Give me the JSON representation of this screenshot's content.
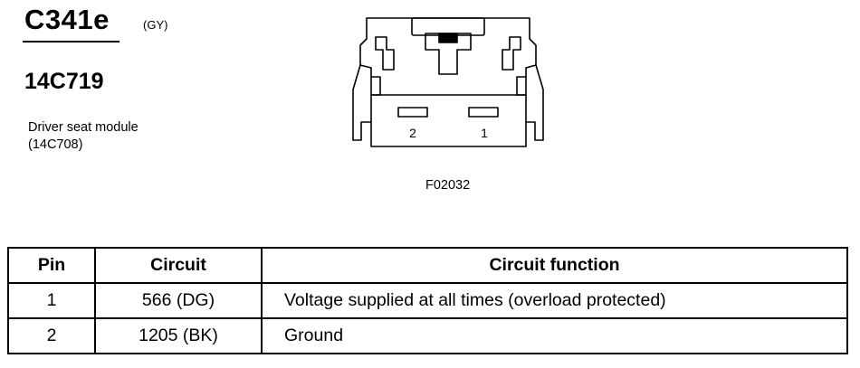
{
  "connector": {
    "id": "C341e",
    "color": "(GY)",
    "part_number": "14C719",
    "description_line1": "Driver seat module",
    "description_line2": "(14C708)",
    "figure_id": "F02032",
    "pin_labels": [
      "2",
      "1"
    ]
  },
  "table": {
    "headers": [
      "Pin",
      "Circuit",
      "Circuit function"
    ],
    "rows": [
      {
        "pin": "1",
        "circuit": "566 (DG)",
        "function": "Voltage supplied at all times (overload protected)"
      },
      {
        "pin": "2",
        "circuit": "1205 (BK)",
        "function": "Ground"
      }
    ]
  }
}
